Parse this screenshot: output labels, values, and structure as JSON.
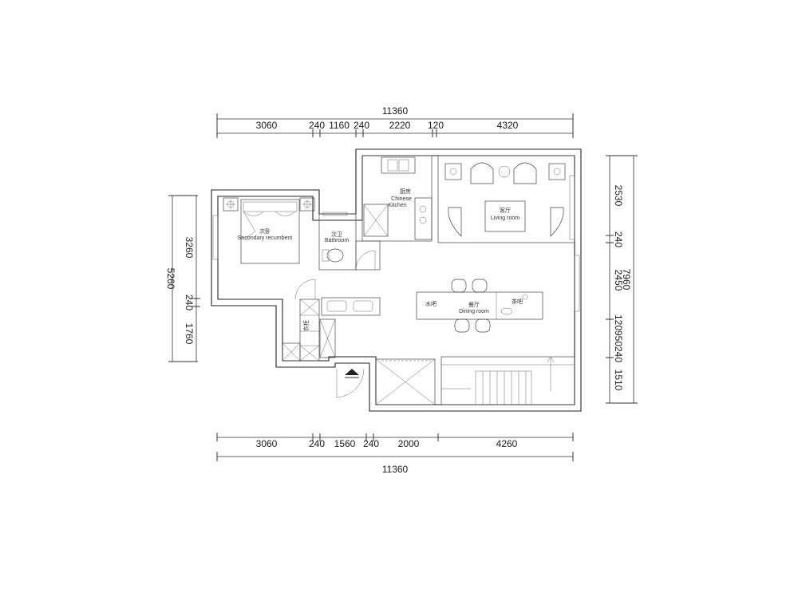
{
  "dimensions": {
    "top_total": "11360",
    "top_segments": [
      "3060",
      "240",
      "1160",
      "240",
      "2220",
      "120",
      "4320"
    ],
    "bottom_total": "11360",
    "bottom_segments": [
      "3060",
      "240",
      "1560",
      "240",
      "2000",
      "4260"
    ],
    "left_total": "5260",
    "left_segments": [
      "3260",
      "240",
      "1760"
    ],
    "right_total": "7960",
    "right_segments": [
      "2530",
      "240",
      "2450",
      "120950240",
      "1510"
    ]
  },
  "rooms": {
    "secondary_bedroom_cn": "次卧",
    "secondary_bedroom_en": "Secondary recumbent",
    "bathroom_cn": "次卫",
    "bathroom_en": "Bathroom",
    "kitchen_cn": "厨房",
    "kitchen_en_1": "Chinese",
    "kitchen_en_2": "Kitchen",
    "living_cn": "客厅",
    "living_en": "Living room",
    "dining_cn": "餐厅",
    "dining_en": "Dining room",
    "dining_side_left": "水吧",
    "dining_side_right": "茶吧",
    "closet_label": "衣柜"
  }
}
